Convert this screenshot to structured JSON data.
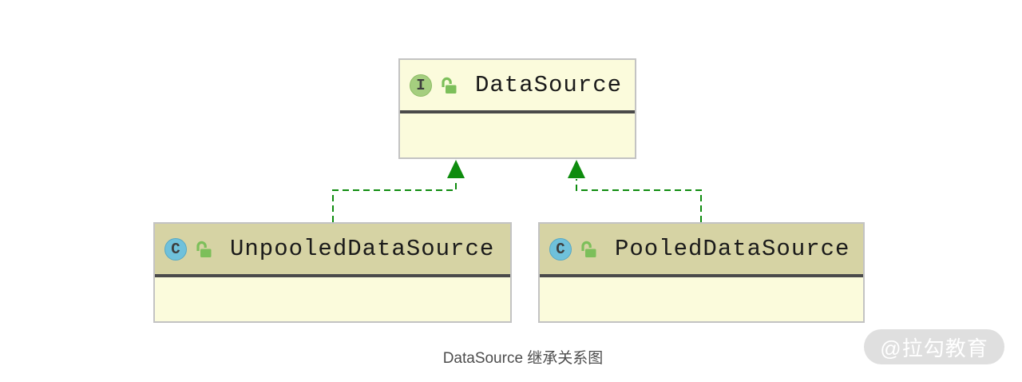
{
  "diagram_caption": "DataSource 继承关系图",
  "watermark": "@拉勾教育",
  "nodes": {
    "datasource": {
      "badge": "I",
      "name": "DataSource",
      "kind": "interface",
      "visibility": "public"
    },
    "unpooled": {
      "badge": "C",
      "name": "UnpooledDataSource",
      "kind": "class",
      "visibility": "public"
    },
    "pooled": {
      "badge": "C",
      "name": "PooledDataSource",
      "kind": "class",
      "visibility": "public"
    }
  },
  "edges": [
    {
      "from": "UnpooledDataSource",
      "to": "DataSource",
      "type": "realization",
      "style": "dashed",
      "arrow": "solid-triangle-up"
    },
    {
      "from": "PooledDataSource",
      "to": "DataSource",
      "type": "realization",
      "style": "dashed",
      "arrow": "solid-triangle-up"
    }
  ],
  "colors": {
    "node_body": "#FBFBDC",
    "class_header": "#D6D3A4",
    "interface_header": "#FBFBDC",
    "node_border": "#C3C3C3",
    "separator": "#4A4A4A",
    "edge_green": "#0E8C0E",
    "interface_badge": "#A5CE7F",
    "class_badge": "#6FC1DB",
    "lock_green": "#7CBF5A",
    "caption_text": "#4D4D4D",
    "watermark_bg": "#DFDFDF",
    "watermark_text": "#FFFFFF"
  }
}
